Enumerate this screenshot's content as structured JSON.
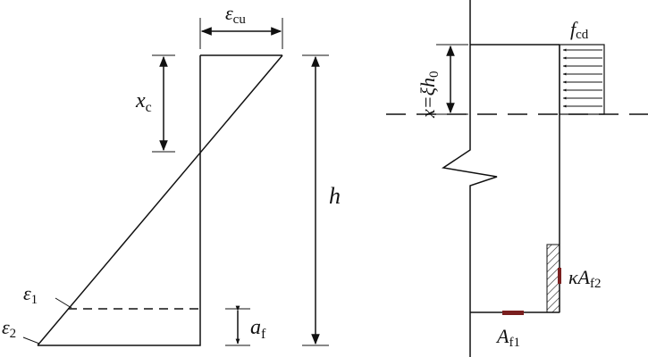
{
  "left_diagram": {
    "eps_cu": {
      "main": "ε",
      "sub": "cu"
    },
    "x_c": {
      "main": "x",
      "sub": "c"
    },
    "h": "h",
    "eps_1": {
      "main": "ε",
      "sub": "1"
    },
    "eps_2": {
      "main": "ε",
      "sub": "2"
    },
    "a_f": {
      "main": "a",
      "sub": "f"
    }
  },
  "right_diagram": {
    "f_cd": {
      "main": "f",
      "sub": "cd"
    },
    "x_eq": {
      "pre": "x=ξh",
      "sub": "0"
    },
    "kappa_af2": {
      "main": "κA",
      "sub": "f2"
    },
    "a_f1": {
      "main": "A",
      "sub": "f1"
    }
  },
  "colors": {
    "line": "#111111",
    "rebar": "#7a1f1f"
  }
}
